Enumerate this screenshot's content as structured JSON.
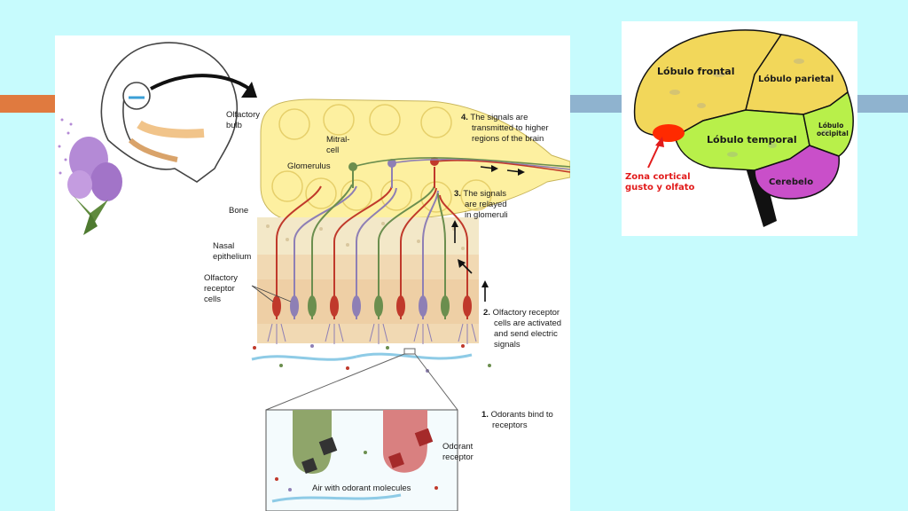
{
  "olfactory": {
    "labels": {
      "olfactory_bulb": [
        "Olfactory",
        "bulb"
      ],
      "mitral_cell": [
        "Mitral-",
        "cell"
      ],
      "glomerulus": "Glomerulus",
      "bone": "Bone",
      "nasal_epithelium": [
        "Nasal",
        "epithelium"
      ],
      "olfactory_receptor_cells": [
        "Olfactory",
        "receptor",
        "cells"
      ],
      "odorant_receptor": [
        "Odorant",
        "receptor"
      ],
      "air_with_odorant": "Air with odorant molecules"
    },
    "steps": [
      {
        "number": "1.",
        "lines": [
          "Odorants bind to",
          "receptors"
        ]
      },
      {
        "number": "2.",
        "lines": [
          "Olfactory receptor",
          "cells are activated",
          "and send electric",
          "signals"
        ]
      },
      {
        "number": "3.",
        "lines": [
          "The signals",
          "are relayed",
          "in glomeruli"
        ]
      },
      {
        "number": "4.",
        "lines": [
          "The signals are",
          "transmitted to higher",
          "regions of the brain"
        ]
      }
    ],
    "colors": {
      "bulb": "#fdf0a0",
      "bone": "#f3e8c8",
      "epithelium": "#f1d9b3",
      "neuron_red": "#c0392b",
      "neuron_green": "#6b8e4e",
      "neuron_purple": "#8e7fb5",
      "lilac": "#b48ad6"
    }
  },
  "brain": {
    "labels": {
      "frontal": "Lóbulo frontal",
      "parietal": "Lóbulo parietal",
      "temporal": "Lóbulo temporal",
      "occipital": [
        "Lóbulo",
        "occipital"
      ],
      "cerebellum": "Cerebelo",
      "cortical_zone": [
        "Zona cortical",
        "gusto y olfato"
      ]
    },
    "colors": {
      "frontal": "#f2d75a",
      "parietal": "#f2d75a",
      "temporal": "#b8f04a",
      "occipital": "#b8f04a",
      "cerebellum": "#c94fc9",
      "cortical_zone": "#ff2a00",
      "annotation": "#e21b1b"
    }
  }
}
